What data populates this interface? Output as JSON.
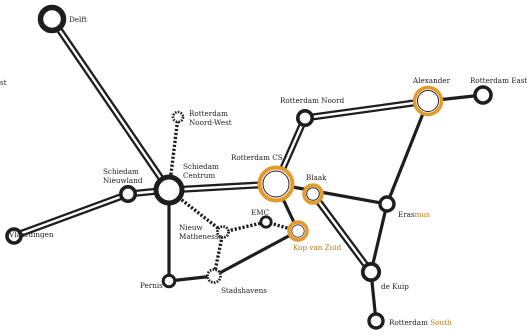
{
  "colors": {
    "line": "#1e1e1e",
    "casing": "#ffffff",
    "node_fill": "#ffffff",
    "node_stroke": "#1e1e1e",
    "highlight": "#e39a2a",
    "dashed": "#1e1e1e"
  },
  "stations": {
    "delft": "Delft",
    "rotterdam_noord_west_1": "Rotterdam",
    "rotterdam_noord_west_2": "Noord-West",
    "alexander": "Alexander",
    "rotterdam_east": "Rotterdam East",
    "rotterdam_noord": "Rotterdam Noord",
    "schiedam_nieuwland_1": "Schiedam",
    "schiedam_nieuwland_2": "Nieuwland",
    "schiedam_centrum_1": "Schiedam",
    "schiedam_centrum_2": "Centrum",
    "rotterdam_cs": "Rotterdam CS",
    "blaak": "Blaak",
    "erasmus_prefix": "Eras",
    "erasmus_suffix": "mus",
    "vlaardingen_prefix": "Vlaarding",
    "vlaardingen_suffix": "en",
    "emc": "EMC",
    "nieuw_mathenesse_1": "Nieuw",
    "nieuw_mathenesse_2": "Mathenesse",
    "kop_van_zuid": "Kop van Zuid",
    "pernis": "Pernis",
    "stadshavens": "Stadshavens",
    "de_kuip": "de Kuip",
    "rotterdam_south_prefix": "Rotterdam ",
    "rotterdam_south_suffix": "South",
    "offmap_left": "st"
  }
}
